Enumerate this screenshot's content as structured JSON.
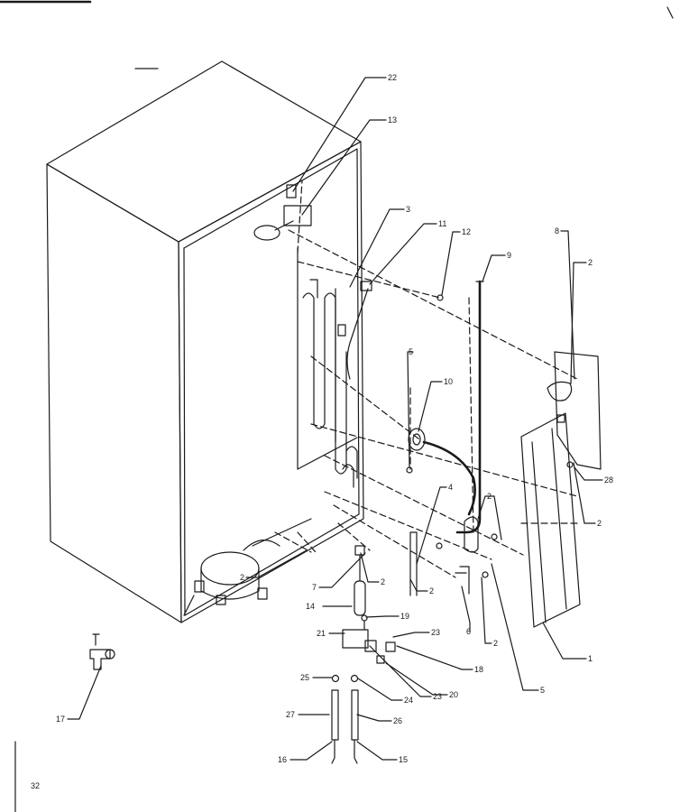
{
  "page_number": "32",
  "callouts": [
    {
      "id": "22",
      "text": "22"
    },
    {
      "id": "13",
      "text": "13"
    },
    {
      "id": "3",
      "text": "3"
    },
    {
      "id": "11",
      "text": "11"
    },
    {
      "id": "12",
      "text": "12"
    },
    {
      "id": "9",
      "text": "9"
    },
    {
      "id": "8",
      "text": "8"
    },
    {
      "id": "2a",
      "text": "2"
    },
    {
      "id": "5a",
      "text": "5"
    },
    {
      "id": "10",
      "text": "10"
    },
    {
      "id": "28",
      "text": "28"
    },
    {
      "id": "4",
      "text": "4"
    },
    {
      "id": "2b",
      "text": "2"
    },
    {
      "id": "2c",
      "text": "2"
    },
    {
      "id": "2d",
      "text": "2"
    },
    {
      "id": "2e",
      "text": "2"
    },
    {
      "id": "7",
      "text": "7"
    },
    {
      "id": "2f",
      "text": "2"
    },
    {
      "id": "6",
      "text": "6"
    },
    {
      "id": "2g",
      "text": "2"
    },
    {
      "id": "1",
      "text": "1"
    },
    {
      "id": "5b",
      "text": "5"
    },
    {
      "id": "14",
      "text": "14"
    },
    {
      "id": "19",
      "text": "19"
    },
    {
      "id": "21",
      "text": "21"
    },
    {
      "id": "23a",
      "text": "23"
    },
    {
      "id": "18",
      "text": "18"
    },
    {
      "id": "20",
      "text": "20"
    },
    {
      "id": "23b",
      "text": "23"
    },
    {
      "id": "25",
      "text": "25"
    },
    {
      "id": "24",
      "text": "24"
    },
    {
      "id": "27",
      "text": "27"
    },
    {
      "id": "26",
      "text": "26"
    },
    {
      "id": "17",
      "text": "17"
    },
    {
      "id": "16",
      "text": "16"
    },
    {
      "id": "15",
      "text": "15"
    }
  ]
}
